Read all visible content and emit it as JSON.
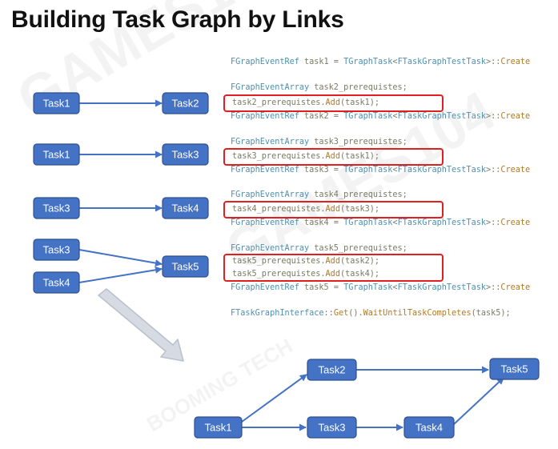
{
  "title": "Building Task Graph by Links",
  "colors": {
    "node_fill": "#4472c4",
    "node_stroke": "#2f4f8f",
    "edge": "#4472c4",
    "highlight": "#e02020",
    "code_type": "#4f8fb0",
    "code_text": "#7a7a66",
    "code_func": "#b07a28",
    "arrow_down": "#d0d6df"
  },
  "link_examples": [
    {
      "sources": [
        "Task1"
      ],
      "target": "Task2"
    },
    {
      "sources": [
        "Task1"
      ],
      "target": "Task3"
    },
    {
      "sources": [
        "Task3"
      ],
      "target": "Task4"
    },
    {
      "sources": [
        "Task3",
        "Task4"
      ],
      "target": "Task5"
    }
  ],
  "code": {
    "line_create_task1": [
      "FGraphEventRef",
      " task1 = ",
      "TGraphTask",
      "<",
      "FTaskGraphTestTask",
      ">::",
      "Create"
    ],
    "block2": {
      "decl": [
        "FGraphEventArray",
        " task2_prerequistes;"
      ],
      "add": [
        "task2_prerequistes.",
        "Add",
        "(task1);"
      ],
      "create": [
        "FGraphEventRef",
        " task2 = ",
        "TGraphTask",
        "<",
        "FTaskGraphTestTask",
        ">::",
        "Create"
      ]
    },
    "block3": {
      "decl": [
        "FGraphEventArray",
        " task3_prerequistes;"
      ],
      "add": [
        "task3_prerequistes.",
        "Add",
        "(task1);"
      ],
      "create": [
        "FGraphEventRef",
        " task3 = ",
        "TGraphTask",
        "<",
        "FTaskGraphTestTask",
        ">::",
        "Create"
      ]
    },
    "block4": {
      "decl": [
        "FGraphEventArray",
        " task4_prerequistes;"
      ],
      "add": [
        "task4_prerequistes.",
        "Add",
        "(task3);"
      ],
      "create": [
        "FGraphEventRef",
        " task4 = ",
        "TGraphTask",
        "<",
        "FTaskGraphTestTask",
        ">::",
        "Create"
      ]
    },
    "block5": {
      "decl": [
        "FGraphEventArray",
        " task5_prerequistes;"
      ],
      "add1": [
        "task5_prerequistes.",
        "Add",
        "(task2);"
      ],
      "add2": [
        "task5_prerequistes.",
        "Add",
        "(task4);"
      ],
      "create": [
        "FGraphEventRef",
        " task5 = ",
        "TGraphTask",
        "<",
        "FTaskGraphTestTask",
        ">::",
        "Create"
      ]
    },
    "wait_line": [
      "FTaskGraphInterface",
      "::",
      "Get",
      "().",
      "WaitUntilTaskCompletes",
      "(task5);"
    ]
  },
  "result_graph": {
    "nodes": [
      "Task1",
      "Task2",
      "Task3",
      "Task4",
      "Task5"
    ],
    "edges": [
      [
        "Task1",
        "Task2"
      ],
      [
        "Task1",
        "Task3"
      ],
      [
        "Task3",
        "Task4"
      ],
      [
        "Task2",
        "Task5"
      ],
      [
        "Task4",
        "Task5"
      ]
    ]
  },
  "watermark": [
    "GAMES104",
    "BOOMING TECH"
  ]
}
